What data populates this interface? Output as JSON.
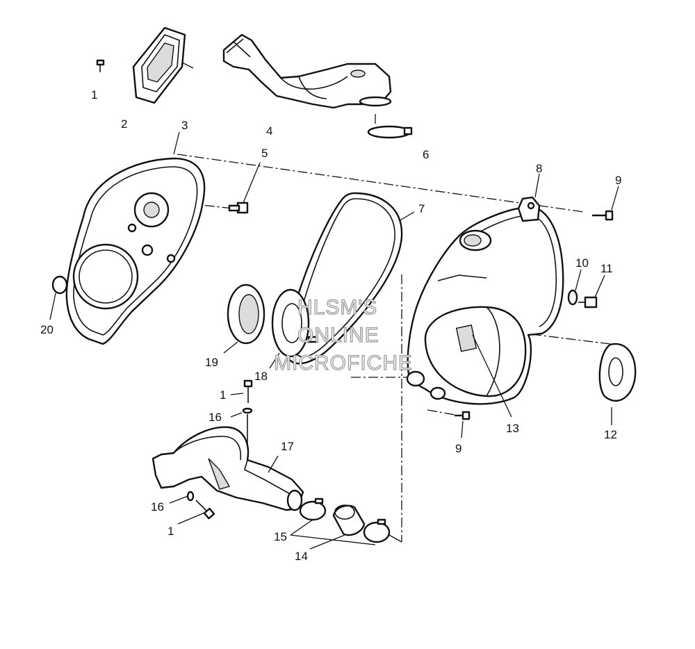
{
  "callouts": {
    "c1a": "1",
    "c2": "2",
    "c3": "3",
    "c4": "4",
    "c5": "5",
    "c6": "6",
    "c7": "7",
    "c8": "8",
    "c9a": "9",
    "c10": "10",
    "c11": "11",
    "c12": "12",
    "c13": "13",
    "c9b": "9",
    "c17": "17",
    "c1b": "1",
    "c16a": "16",
    "c16b": "16",
    "c1c": "1",
    "c15": "15",
    "c14": "14",
    "c18": "18",
    "c19": "19",
    "c20": "20"
  },
  "watermark": {
    "line1": "HLSM'S",
    "line2": "ONLINE",
    "line3": "MICROFICHE"
  }
}
